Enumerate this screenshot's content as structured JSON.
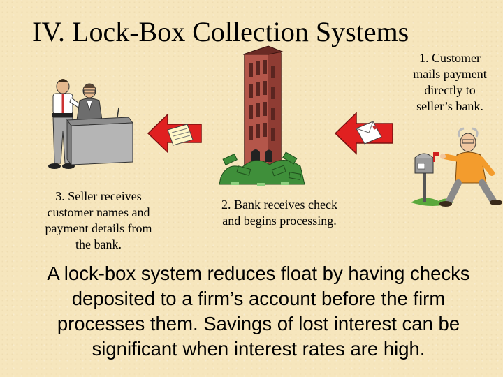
{
  "slide": {
    "title": "IV. Lock-Box Collection Systems",
    "steps": [
      {
        "lines": [
          "1. Customer",
          "mails payment",
          "directly to",
          "seller’s bank."
        ]
      },
      {
        "lines": [
          "2. Bank receives check",
          "and begins processing."
        ]
      },
      {
        "lines": [
          "3. Seller receives",
          "customer names and",
          "payment details from",
          "the bank."
        ]
      }
    ],
    "body_lines": [
      "A lock-box system reduces float by having checks",
      "deposited to a firm’s account before the firm",
      "processes them.  Savings of lost interest can be",
      "significant when interest rates are high."
    ]
  },
  "colors": {
    "background": "#f6e6bd",
    "arrow_red": "#e02020",
    "building_brick": "#b4564a",
    "money_green": "#3f8f3a"
  },
  "icons": [
    "seller-office-clipart",
    "bank-building-clipart",
    "customer-mailbox-clipart",
    "arrow-left-icon",
    "check-envelope-icon"
  ]
}
